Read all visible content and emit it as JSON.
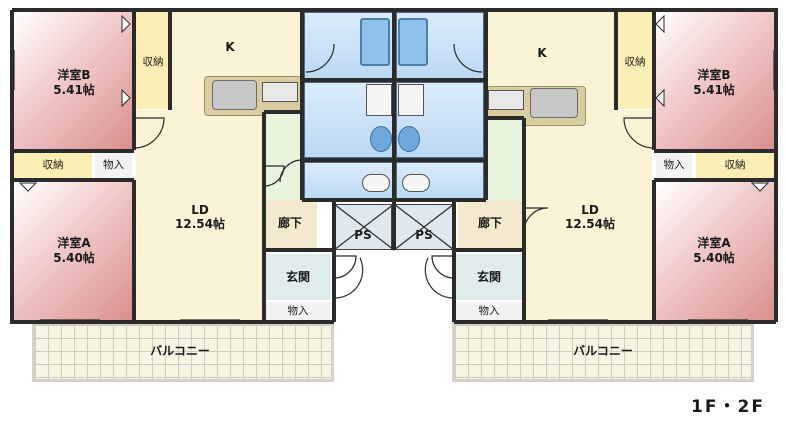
{
  "floor_label": "1F・2F",
  "units": [
    {
      "rooms": {
        "bedroom_b": {
          "name": "洋室B",
          "size": "5.41帖"
        },
        "bedroom_a": {
          "name": "洋室A",
          "size": "5.40帖"
        },
        "kitchen": "K",
        "ld": {
          "name": "LD",
          "size": "12.54帖"
        },
        "closet_top": "収納",
        "closet_mid": "収納",
        "storage_mid": "物入",
        "corridor": "廊下",
        "entrance": "玄関",
        "storage_entrance": "物入",
        "pipe_space": "PS",
        "balcony": "バルコニー"
      }
    },
    {
      "rooms": {
        "bedroom_b": {
          "name": "洋室B",
          "size": "5.41帖"
        },
        "bedroom_a": {
          "name": "洋室A",
          "size": "5.40帖"
        },
        "kitchen": "K",
        "ld": {
          "name": "LD",
          "size": "12.54帖"
        },
        "closet_top": "収納",
        "closet_mid": "収納",
        "storage_mid": "物入",
        "corridor": "廊下",
        "entrance": "玄関",
        "storage_entrance": "物入",
        "pipe_space": "PS",
        "balcony": "バルコニー"
      }
    }
  ],
  "colors": {
    "bedroom": "#f1c9c9",
    "ld": "#fbf3d6",
    "wet_area": "#bcd8f4",
    "wall": "#2b2b2b",
    "balcony": "#f7f4e4"
  }
}
